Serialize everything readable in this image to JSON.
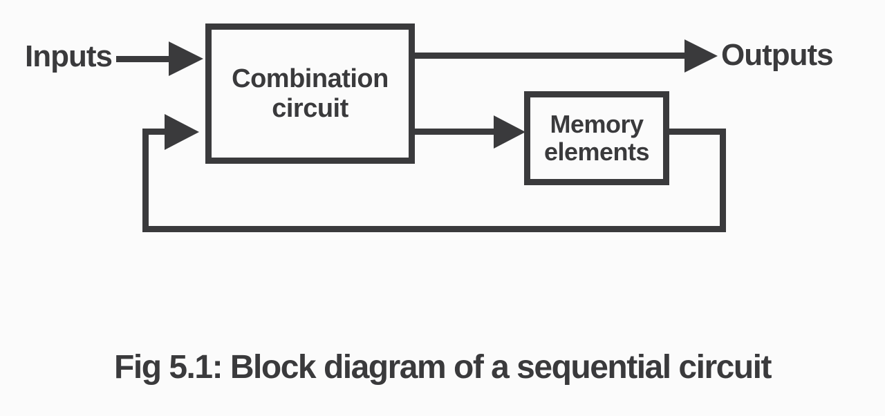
{
  "diagram": {
    "labels": {
      "inputs": "Inputs",
      "outputs": "Outputs"
    },
    "boxes": {
      "combination": {
        "line1": "Combination",
        "line2": "circuit"
      },
      "memory": {
        "line1": "Memory",
        "line2": "elements"
      }
    },
    "caption": "Fig 5.1: Block diagram of a sequential circuit",
    "colors": {
      "ink": "#3a3a3c",
      "background": "#fbfbfb"
    }
  }
}
